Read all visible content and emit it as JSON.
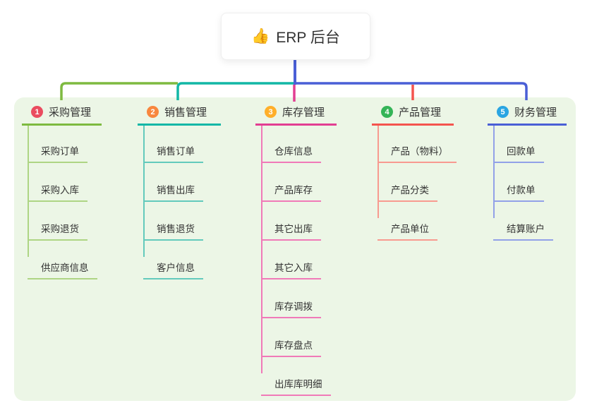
{
  "root": {
    "icon": "👍",
    "label": "ERP 后台"
  },
  "panel": {
    "bg_color": "#ecf6e6"
  },
  "root_connector_color": "#4a5fd6",
  "branches": [
    {
      "num": "1",
      "title": "采购管理",
      "colors": {
        "badge": "#ea4c5f",
        "line": "#7eba40",
        "light": "#aed584"
      },
      "children": [
        "采购订单",
        "采购入库",
        "采购退货",
        "供应商信息"
      ]
    },
    {
      "num": "2",
      "title": "销售管理",
      "colors": {
        "badge": "#f8873e",
        "line": "#12b7a6",
        "light": "#63cabc"
      },
      "children": [
        "销售订单",
        "销售出库",
        "销售退货",
        "客户信息"
      ]
    },
    {
      "num": "3",
      "title": "库存管理",
      "colors": {
        "badge": "#ffaf2a",
        "line": "#e23e92",
        "light": "#f07ab8"
      },
      "children": [
        "仓库信息",
        "产品库存",
        "其它出库",
        "其它入库",
        "库存调拨",
        "库存盘点",
        "出库库明细"
      ]
    },
    {
      "num": "4",
      "title": "产品管理",
      "colors": {
        "badge": "#34b457",
        "line": "#f4544e",
        "light": "#f89a90"
      },
      "children": [
        "产品（物料）",
        "产品分类",
        "产品单位"
      ]
    },
    {
      "num": "5",
      "title": "财务管理",
      "colors": {
        "badge": "#2aa5e2",
        "line": "#4a5fd6",
        "light": "#92a1e8"
      },
      "children": [
        "回款单",
        "付款单",
        "结算账户"
      ]
    }
  ]
}
